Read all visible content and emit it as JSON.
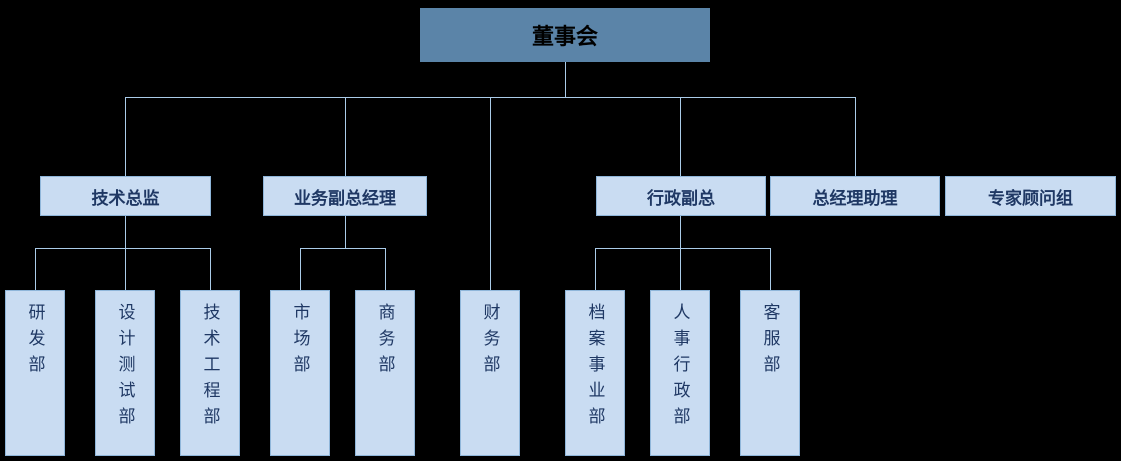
{
  "org": {
    "root": {
      "label": "董事会"
    },
    "children": [
      {
        "label": "技术总监",
        "children": [
          {
            "label": "研发部"
          },
          {
            "label": "设计测试部"
          },
          {
            "label": "技术工程部"
          }
        ]
      },
      {
        "label": "业务副总经理",
        "children": [
          {
            "label": "市场部"
          },
          {
            "label": "商务部"
          }
        ]
      },
      {
        "label": "财务部",
        "children": []
      },
      {
        "label": "行政副总",
        "children": [
          {
            "label": "档案事业部"
          },
          {
            "label": "人事行政部"
          },
          {
            "label": "客服部"
          }
        ]
      },
      {
        "label": "总经理助理",
        "children": []
      },
      {
        "label": "专家顾问组",
        "children": []
      }
    ]
  },
  "colors": {
    "background": "#000000",
    "root_fill": "#5b84a8",
    "root_text": "#000000",
    "node_fill": "#c9dcf2",
    "node_border": "#8fb6da",
    "connector": "#aacbe8",
    "label_text": "#1f3864"
  }
}
